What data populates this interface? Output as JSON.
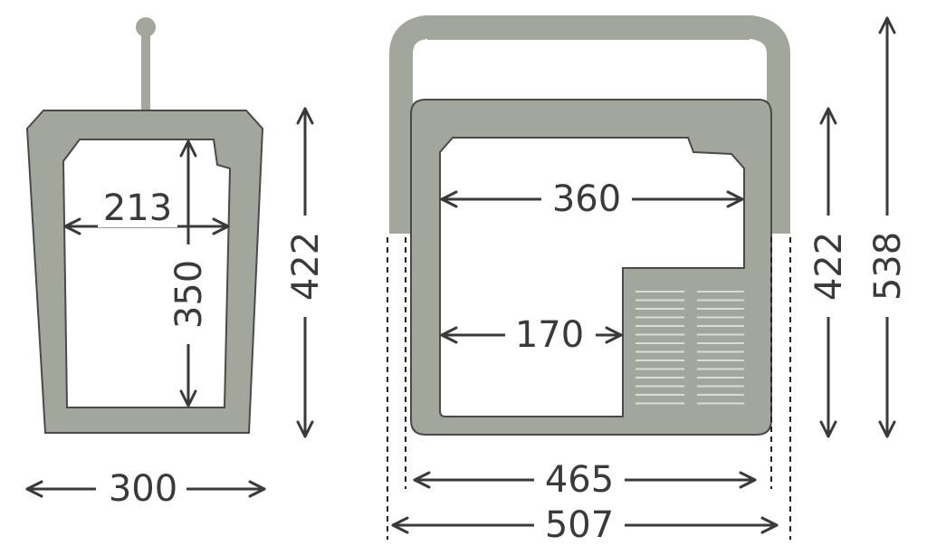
{
  "colors": {
    "body": "#a3a69c",
    "interior": "#ffffff",
    "outline": "#4a4a4a",
    "dimension": "#3a3a3a",
    "vent": "#dcdcd6"
  },
  "side_view": {
    "inner_width": "213",
    "inner_depth": "350",
    "outer_height": "422",
    "outer_width": "300"
  },
  "front_view": {
    "inner_width_top": "360",
    "inner_width_bottom": "170",
    "body_height": "422",
    "total_height": "538",
    "body_width": "465",
    "total_width": "507"
  }
}
